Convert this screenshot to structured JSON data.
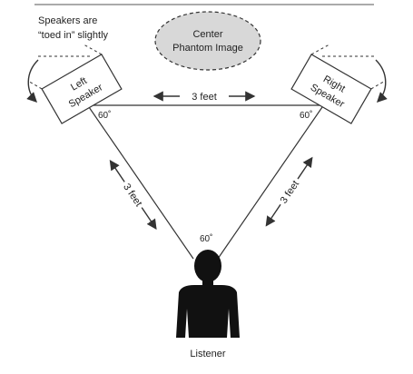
{
  "note": {
    "line1": "Speakers are",
    "line2": "“toed in” slightly"
  },
  "phantom": {
    "line1": "Center",
    "line2": "Phantom Image"
  },
  "left_speaker": {
    "line1": "Left",
    "line2": "Speaker"
  },
  "right_speaker": {
    "line1": "Right",
    "line2": "Speaker"
  },
  "distances": {
    "top": "3 feet",
    "left": "3 feet",
    "right": "3 feet"
  },
  "angles": {
    "left": "60˚",
    "right": "60˚",
    "bottom": "60˚"
  },
  "listener": {
    "label": "Listener"
  },
  "colors": {
    "phantom_fill": "#d8d8d8",
    "line": "#333333"
  }
}
